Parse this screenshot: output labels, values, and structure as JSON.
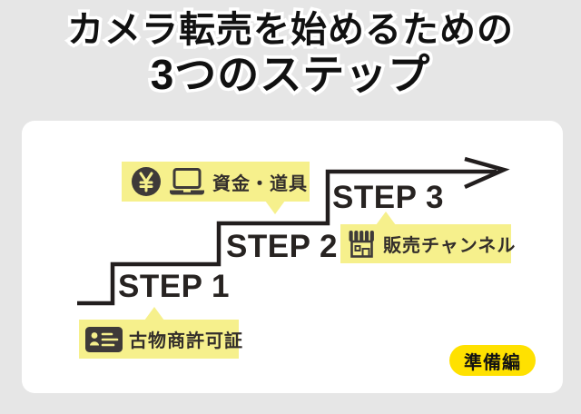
{
  "title": {
    "line1": "カメラ転売を始めるための",
    "line2": "3つのステップ"
  },
  "diagram": {
    "steps": [
      {
        "label": "STEP 1",
        "tag": "古物商許可証",
        "icon": "id-card-icon"
      },
      {
        "label": "STEP 2",
        "tag": "資金・道具",
        "icons": [
          "yen-coin-icon",
          "laptop-icon"
        ]
      },
      {
        "label": "STEP 3",
        "tag": "販売チャンネル",
        "icon": "storefront-icon"
      }
    ],
    "arrow": "ascending-staircase-with-right-arrow"
  },
  "badge": {
    "label": "準備編"
  },
  "colors": {
    "background": "#e6e6e6",
    "card": "#ffffff",
    "tag_yellow": "#f6f08c",
    "badge_yellow": "#ffe100",
    "icon_dark": "#3e3a39",
    "line_dark": "#221e1e",
    "title_text": "#111111",
    "title_outline": "#ffffff"
  }
}
